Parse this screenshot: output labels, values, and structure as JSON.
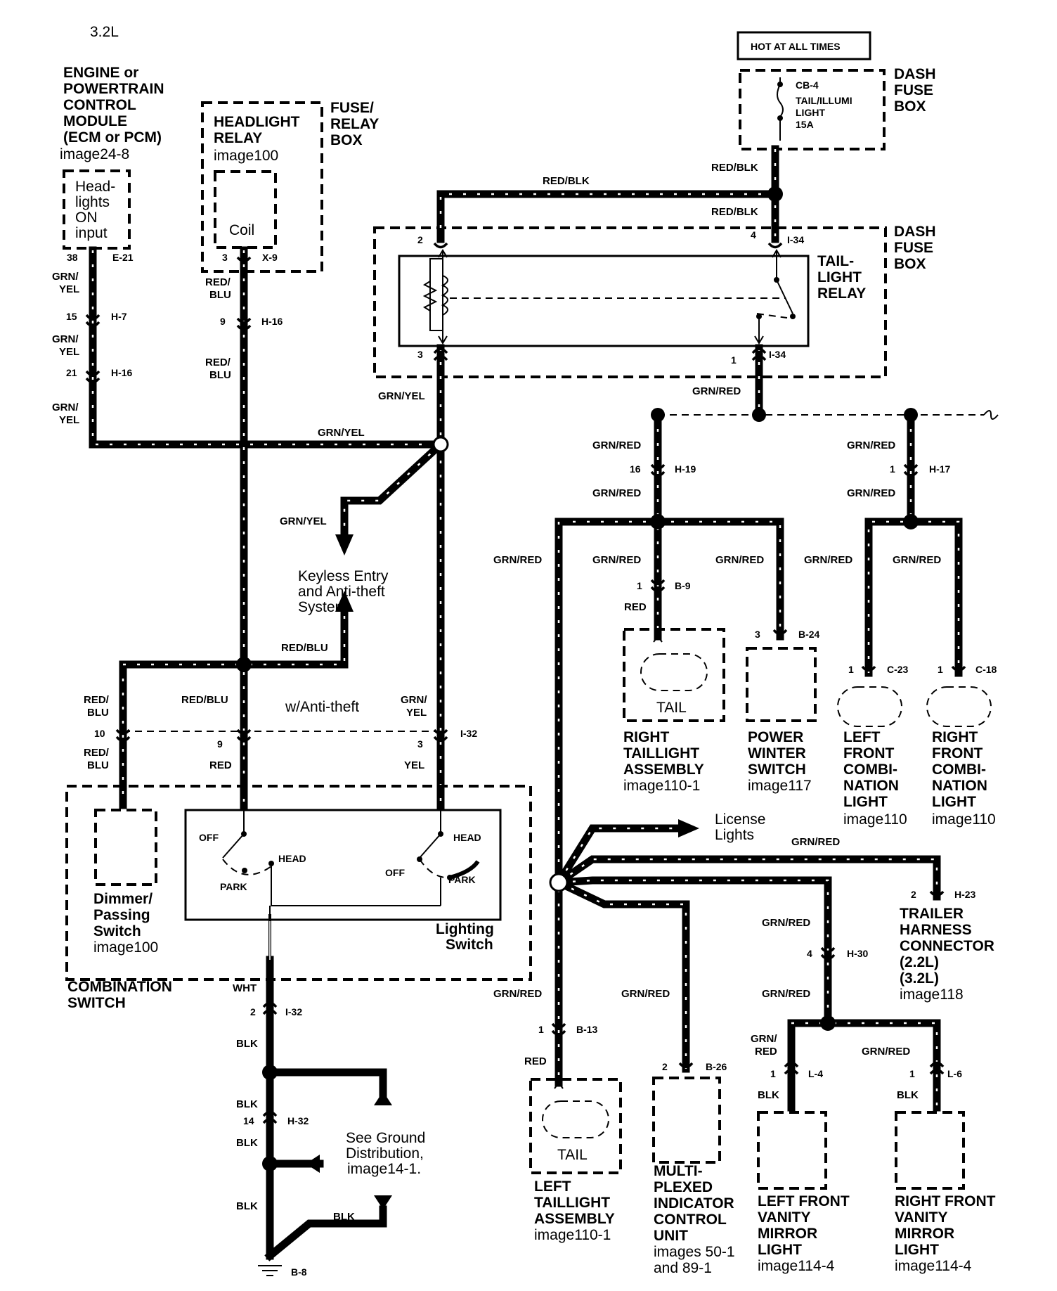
{
  "engine_label": "3.2L",
  "components": {
    "ecm": {
      "title": [
        "ENGINE or",
        "POWERTRAIN",
        "CONTROL",
        "MODULE",
        "(ECM or PCM)"
      ],
      "ref": "image24-8",
      "inner": [
        "Head-",
        "lights",
        "ON",
        "input"
      ],
      "pin": "38",
      "conn": "E-21"
    },
    "headlight_relay": {
      "title": [
        "HEADLIGHT",
        "RELAY"
      ],
      "ref": "image100",
      "inner": "Coil",
      "pin": "3",
      "conn": "X-9"
    },
    "fuse_relay_box": {
      "title": [
        "FUSE/",
        "RELAY",
        "BOX"
      ]
    },
    "hot_label": "HOT AT ALL TIMES",
    "dash_fuse_box_top": {
      "title": [
        "DASH",
        "FUSE",
        "BOX"
      ],
      "fuse": [
        "CB-4",
        "TAIL/ILLUMI",
        "LIGHT",
        "15A"
      ]
    },
    "taillight_relay": {
      "title": [
        "TAIL-",
        "LIGHT",
        "RELAY"
      ],
      "box_title": [
        "DASH",
        "FUSE",
        "BOX"
      ]
    },
    "keyless": [
      "Keyless Entry",
      "and Anti-theft",
      "System"
    ],
    "anti_theft_note": "w/Anti-theft",
    "combination_switch": {
      "title": [
        "COMBINATION",
        "SWITCH"
      ]
    },
    "dimmer": {
      "title": [
        "Dimmer/",
        "Passing",
        "Switch"
      ],
      "ref": "image100"
    },
    "lighting_switch": {
      "title": [
        "Lighting",
        "Switch"
      ],
      "labels": {
        "off_left": "OFF",
        "park_left": "PARK",
        "head_left": "HEAD",
        "off_right": "OFF",
        "head_right": "HEAD",
        "park_right": "PARK"
      }
    },
    "ground_note": [
      "See Ground",
      "Distribution,",
      "image14-1."
    ],
    "right_taillight": {
      "title": [
        "RIGHT",
        "TAILLIGHT",
        "ASSEMBLY"
      ],
      "ref": "image110-1",
      "inner": "TAIL"
    },
    "power_winter": {
      "title": [
        "POWER",
        "WINTER",
        "SWITCH"
      ],
      "ref": "image117"
    },
    "left_front_combi": {
      "title": [
        "LEFT",
        "FRONT",
        "COMBI-",
        "NATION",
        "LIGHT"
      ],
      "ref": "image110"
    },
    "right_front_combi": {
      "title": [
        "RIGHT",
        "FRONT",
        "COMBI-",
        "NATION",
        "LIGHT"
      ],
      "ref": "image110"
    },
    "license_lights": [
      "License",
      "Lights"
    ],
    "trailer": {
      "title": [
        "TRAILER",
        "HARNESS",
        "CONNECTOR",
        "(2.2L)",
        "(3.2L)"
      ],
      "ref": "image118"
    },
    "left_taillight": {
      "title": [
        "LEFT",
        "TAILLIGHT",
        "ASSEMBLY"
      ],
      "ref": "image110-1",
      "inner": "TAIL"
    },
    "micu": {
      "title": [
        "MULTI-",
        "PLEXED",
        "INDICATOR",
        "CONTROL",
        "UNIT"
      ],
      "ref": [
        "images 50-1",
        "and 89-1"
      ]
    },
    "left_vanity": {
      "title": [
        "LEFT FRONT",
        "VANITY",
        "MIRROR",
        "LIGHT"
      ],
      "ref": "image114-4"
    },
    "right_vanity": {
      "title": [
        "RIGHT FRONT",
        "VANITY",
        "MIRROR",
        "LIGHT"
      ],
      "ref": "image114-4"
    }
  },
  "wire_colors": {
    "grn_yel": "GRN/YEL",
    "grn_yel_split": [
      "GRN/",
      "YEL"
    ],
    "red_blu": "RED/BLU",
    "red_blu_split": [
      "RED/",
      "BLU"
    ],
    "red_blk": "RED/BLK",
    "grn_red": "GRN/RED",
    "grn_red_split": [
      "GRN/",
      "RED"
    ],
    "red": "RED",
    "yel": "YEL",
    "wht": "WHT",
    "blk": "BLK"
  },
  "connectors": {
    "h7": {
      "pin": "15",
      "conn": "H-7"
    },
    "h16a": {
      "pin": "21",
      "conn": "H-16"
    },
    "h16b": {
      "pin": "9",
      "conn": "H-16"
    },
    "relay_2": {
      "pin": "2"
    },
    "relay_4": {
      "pin": "4",
      "conn": "I-34"
    },
    "relay_3": {
      "pin": "3"
    },
    "relay_1": {
      "pin": "1",
      "conn": "I-34"
    },
    "i32_10": {
      "pin": "10"
    },
    "i32_9": {
      "pin": "9"
    },
    "i32_3": {
      "pin": "3",
      "conn": "I-32"
    },
    "i32_2": {
      "pin": "2",
      "conn": "I-32"
    },
    "h32": {
      "pin": "14",
      "conn": "H-32"
    },
    "b8": {
      "conn": "B-8"
    },
    "h19": {
      "pin": "16",
      "conn": "H-19"
    },
    "h17": {
      "pin": "1",
      "conn": "H-17"
    },
    "b9": {
      "pin": "1",
      "conn": "B-9"
    },
    "b24": {
      "pin": "3",
      "conn": "B-24"
    },
    "c23": {
      "pin": "1",
      "conn": "C-23"
    },
    "c18": {
      "pin": "1",
      "conn": "C-18"
    },
    "h23": {
      "pin": "2",
      "conn": "H-23"
    },
    "h30": {
      "pin": "4",
      "conn": "H-30"
    },
    "b13": {
      "pin": "1",
      "conn": "B-13"
    },
    "b26": {
      "pin": "2",
      "conn": "B-26"
    },
    "l4": {
      "pin": "1",
      "conn": "L-4"
    },
    "l6": {
      "pin": "1",
      "conn": "L-6"
    }
  }
}
